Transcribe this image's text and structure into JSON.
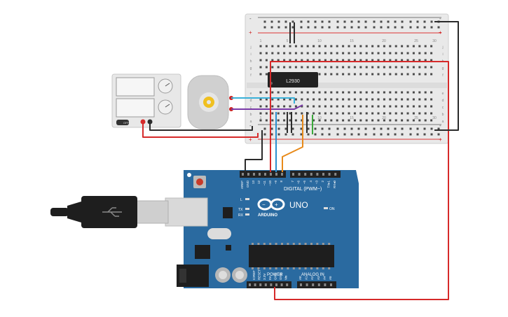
{
  "chip": {
    "label": "L2930"
  },
  "breadboard": {
    "col_numbers": [
      "1",
      "5",
      "10",
      "15",
      "20",
      "25",
      "30"
    ],
    "row_letters_top": [
      "j",
      "i",
      "h",
      "g",
      "f"
    ],
    "row_letters_bottom": [
      "e",
      "d",
      "c",
      "b",
      "a"
    ]
  },
  "power_supply": {
    "button_label": "OFF"
  },
  "arduino": {
    "brand": "ARDUINO",
    "model": "UNO",
    "digital_label": "DIGITAL (PWM~)",
    "power_label": "POWER",
    "analog_label": "ANALOG IN",
    "on_label": "ON",
    "tx_label": "TX",
    "rx_label": "RX",
    "l_label": "L",
    "top_pins": [
      "AREF",
      "GND",
      "13",
      "12",
      "~11",
      "~10",
      "~9",
      "8",
      "7",
      "~6",
      "~5",
      "4",
      "~3",
      "2",
      "TX▸1",
      "RX◂0"
    ],
    "bottom_pins": [
      "IOREF",
      "RESET",
      "3.3V",
      "5V",
      "GND",
      "GND",
      "Vin",
      "A0",
      "A1",
      "A2",
      "A3",
      "A4",
      "A5"
    ]
  },
  "colors": {
    "board": "#2a6aa0",
    "wire_red": "#d62a2a",
    "wire_black": "#2b2b2b",
    "wire_cyan": "#3ab0d8",
    "wire_purple": "#7a3aa8",
    "wire_orange": "#e88a1a",
    "wire_green": "#3aa83a",
    "wire_blue": "#2a70c8"
  }
}
